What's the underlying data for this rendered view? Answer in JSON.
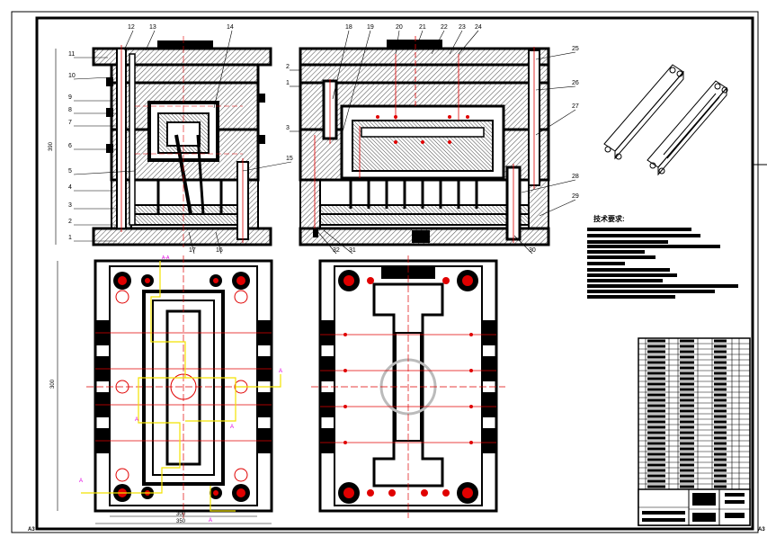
{
  "colors": {
    "ink": "#000000",
    "hatch": "#444444",
    "red": "#e00000",
    "yellow": "#f2e200",
    "magenta": "#e000e0",
    "blue": "#0000ff"
  },
  "drawing": {
    "front_view_callouts": [
      "1",
      "2",
      "3",
      "4",
      "5",
      "6",
      "7",
      "8",
      "9",
      "10",
      "11",
      "12",
      "13",
      "14",
      "15",
      "16",
      "17"
    ],
    "side_view_callouts": [
      "18",
      "19",
      "20",
      "21",
      "22",
      "23",
      "24",
      "25",
      "26",
      "27",
      "28",
      "29",
      "30",
      "31",
      "32",
      "1",
      "2",
      "3"
    ],
    "front_height_dim": "390",
    "plan_height_dim": "300",
    "plan_width_dim_inner": "300",
    "plan_width_dim_outer": "350",
    "section_label": "A-A",
    "section_marks": [
      "A",
      "A",
      "A",
      "A",
      "A"
    ],
    "tech_req_title": "技术要求:",
    "corner_left": "A3",
    "corner_right": "A3"
  }
}
